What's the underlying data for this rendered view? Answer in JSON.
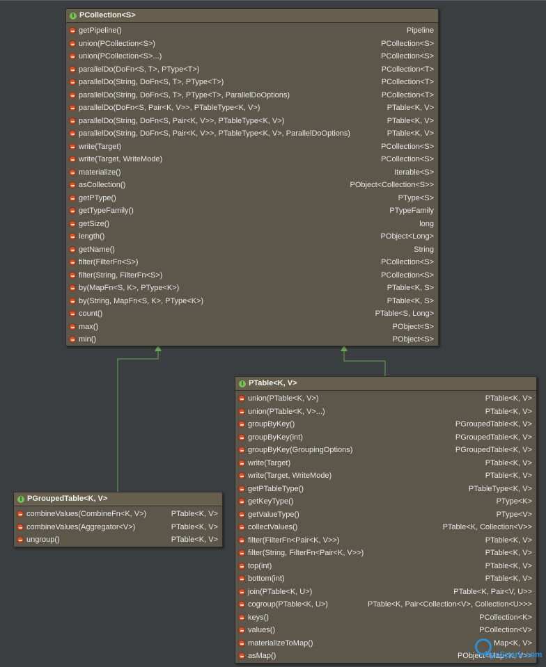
{
  "pcollection": {
    "title": "PCollection<S>",
    "methods": [
      {
        "name": "getPipeline()",
        "type": "Pipeline"
      },
      {
        "name": "union(PCollection<S>)",
        "type": "PCollection<S>"
      },
      {
        "name": "union(PCollection<S>...)",
        "type": "PCollection<S>"
      },
      {
        "name": "parallelDo(DoFn<S, T>, PType<T>)",
        "type": "PCollection<T>"
      },
      {
        "name": "parallelDo(String, DoFn<S, T>, PType<T>)",
        "type": "PCollection<T>"
      },
      {
        "name": "parallelDo(String, DoFn<S, T>, PType<T>, ParallelDoOptions)",
        "type": "PCollection<T>"
      },
      {
        "name": "parallelDo(DoFn<S, Pair<K, V>>, PTableType<K, V>)",
        "type": "PTable<K, V>"
      },
      {
        "name": "parallelDo(String, DoFn<S, Pair<K, V>>, PTableType<K, V>)",
        "type": "PTable<K, V>"
      },
      {
        "name": "parallelDo(String, DoFn<S, Pair<K, V>>, PTableType<K, V>, ParallelDoOptions)",
        "type": "PTable<K, V>"
      },
      {
        "name": "write(Target)",
        "type": "PCollection<S>"
      },
      {
        "name": "write(Target, WriteMode)",
        "type": "PCollection<S>"
      },
      {
        "name": "materialize()",
        "type": "Iterable<S>"
      },
      {
        "name": "asCollection()",
        "type": "PObject<Collection<S>>"
      },
      {
        "name": "getPType()",
        "type": "PType<S>"
      },
      {
        "name": "getTypeFamily()",
        "type": "PTypeFamily"
      },
      {
        "name": "getSize()",
        "type": "long"
      },
      {
        "name": "length()",
        "type": "PObject<Long>"
      },
      {
        "name": "getName()",
        "type": "String"
      },
      {
        "name": "filter(FilterFn<S>)",
        "type": "PCollection<S>"
      },
      {
        "name": "filter(String, FilterFn<S>)",
        "type": "PCollection<S>"
      },
      {
        "name": "by(MapFn<S, K>, PType<K>)",
        "type": "PTable<K, S>"
      },
      {
        "name": "by(String, MapFn<S, K>, PType<K>)",
        "type": "PTable<K, S>"
      },
      {
        "name": "count()",
        "type": "PTable<S, Long>"
      },
      {
        "name": "max()",
        "type": "PObject<S>"
      },
      {
        "name": "min()",
        "type": "PObject<S>"
      }
    ]
  },
  "pgroupedtable": {
    "title": "PGroupedTable<K, V>",
    "methods": [
      {
        "name": "combineValues(CombineFn<K, V>)",
        "type": "PTable<K, V>"
      },
      {
        "name": "combineValues(Aggregator<V>)",
        "type": "PTable<K, V>"
      },
      {
        "name": "ungroup()",
        "type": "PTable<K, V>"
      }
    ]
  },
  "ptable": {
    "title": "PTable<K, V>",
    "methods": [
      {
        "name": "union(PTable<K, V>)",
        "type": "PTable<K, V>"
      },
      {
        "name": "union(PTable<K, V>...)",
        "type": "PTable<K, V>"
      },
      {
        "name": "groupByKey()",
        "type": "PGroupedTable<K, V>"
      },
      {
        "name": "groupByKey(int)",
        "type": "PGroupedTable<K, V>"
      },
      {
        "name": "groupByKey(GroupingOptions)",
        "type": "PGroupedTable<K, V>"
      },
      {
        "name": "write(Target)",
        "type": "PTable<K, V>"
      },
      {
        "name": "write(Target, WriteMode)",
        "type": "PTable<K, V>"
      },
      {
        "name": "getPTableType()",
        "type": "PTableType<K, V>"
      },
      {
        "name": "getKeyType()",
        "type": "PType<K>"
      },
      {
        "name": "getValueType()",
        "type": "PType<V>"
      },
      {
        "name": "collectValues()",
        "type": "PTable<K, Collection<V>>"
      },
      {
        "name": "filter(FilterFn<Pair<K, V>>)",
        "type": "PTable<K, V>"
      },
      {
        "name": "filter(String, FilterFn<Pair<K, V>>)",
        "type": "PTable<K, V>"
      },
      {
        "name": "top(int)",
        "type": "PTable<K, V>"
      },
      {
        "name": "bottom(int)",
        "type": "PTable<K, V>"
      },
      {
        "name": "join(PTable<K, U>)",
        "type": "PTable<K, Pair<V, U>>"
      },
      {
        "name": "cogroup(PTable<K, U>)",
        "type": "PTable<K, Pair<Collection<V>, Collection<U>>>"
      },
      {
        "name": "keys()",
        "type": "PCollection<K>"
      },
      {
        "name": "values()",
        "type": "PCollection<V>"
      },
      {
        "name": "materializeToMap()",
        "type": "Map<K, V>"
      },
      {
        "name": "asMap()",
        "type": "PObject<Map<K, V>>"
      }
    ]
  },
  "badge_letter": "I",
  "watermark": "hpsSpark.com",
  "colors": {
    "background": "#3b3e40",
    "class_box": "#5c574a",
    "interface_badge": "#7bbf5a",
    "method_icon": "#d7542b",
    "inheritance_arrow": "#6aa84f"
  }
}
